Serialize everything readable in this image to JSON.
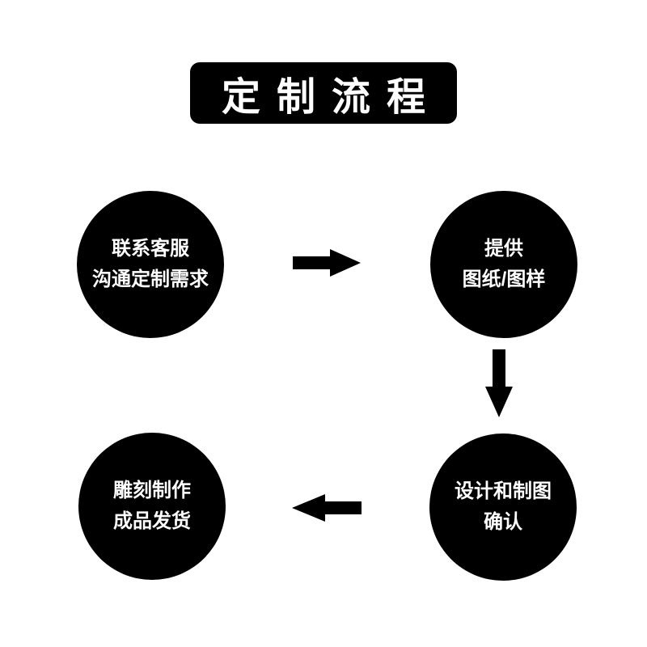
{
  "page": {
    "background_color": "#ffffff"
  },
  "header": {
    "title": "定制流程",
    "background_color": "#000000",
    "text_color": "#ffffff"
  },
  "steps": [
    {
      "position": "top-left",
      "lines": [
        "联系客服",
        "沟通定制需求"
      ]
    },
    {
      "position": "top-right",
      "lines": [
        "提供",
        "图纸/图样"
      ]
    },
    {
      "position": "bottom-right",
      "lines": [
        "设计和制图",
        "确认"
      ]
    },
    {
      "position": "bottom-left",
      "lines": [
        "雕刻制作",
        "成品发货"
      ]
    }
  ],
  "arrows": [
    {
      "direction": "right",
      "from": "联系客服",
      "to": "提供图纸/图样"
    },
    {
      "direction": "down",
      "from": "提供图纸/图样",
      "to": "设计和制图确认"
    },
    {
      "direction": "left",
      "from": "设计和制图确认",
      "to": "雕刻制作成品发货"
    }
  ],
  "colors": {
    "node_background": "#000000",
    "node_text": "#ffffff",
    "arrow": "#000000"
  }
}
